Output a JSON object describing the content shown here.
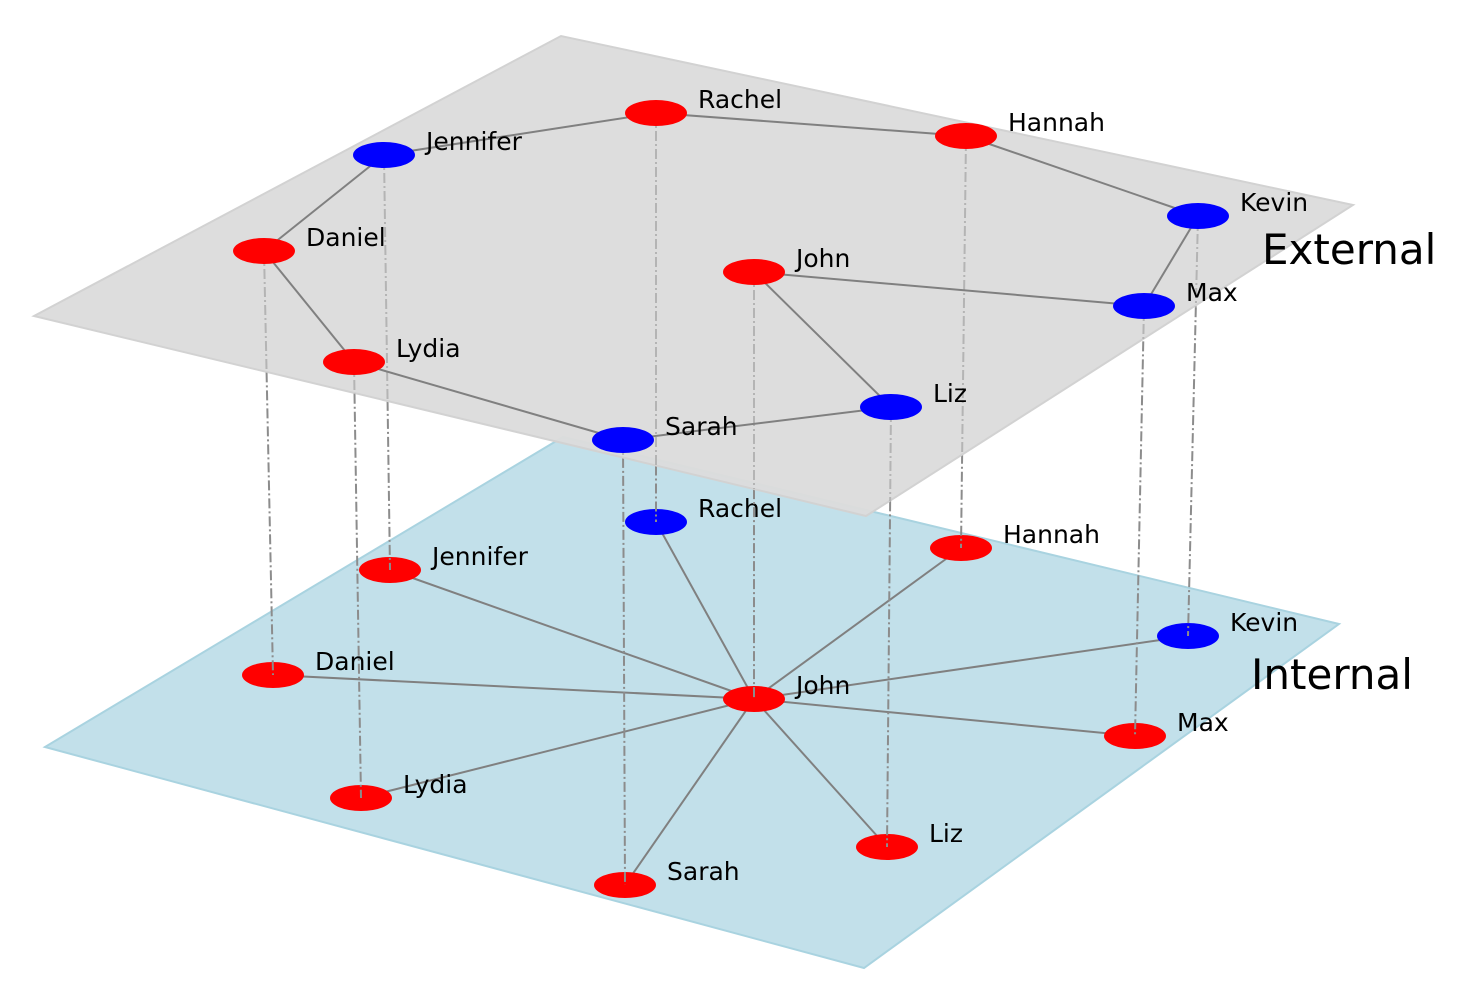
{
  "diagram": {
    "colors": {
      "external_plane": "#dcdcdc",
      "internal_plane": "#c2e0ea",
      "edge": "#808080",
      "interlayer": "#8c8c8c",
      "red": "#ff0000",
      "blue": "#0000ff"
    },
    "layers": [
      {
        "id": "external",
        "label": "External",
        "nodes": [
          {
            "id": "Rachel",
            "label": "Rachel",
            "color": "red"
          },
          {
            "id": "Hannah",
            "label": "Hannah",
            "color": "red"
          },
          {
            "id": "Jennifer",
            "label": "Jennifer",
            "color": "blue"
          },
          {
            "id": "Kevin",
            "label": "Kevin",
            "color": "blue"
          },
          {
            "id": "Daniel",
            "label": "Daniel",
            "color": "red"
          },
          {
            "id": "John",
            "label": "John",
            "color": "red"
          },
          {
            "id": "Max",
            "label": "Max",
            "color": "blue"
          },
          {
            "id": "Lydia",
            "label": "Lydia",
            "color": "red"
          },
          {
            "id": "Liz",
            "label": "Liz",
            "color": "blue"
          },
          {
            "id": "Sarah",
            "label": "Sarah",
            "color": "blue"
          }
        ],
        "edges": [
          [
            "Jennifer",
            "Rachel"
          ],
          [
            "Rachel",
            "Hannah"
          ],
          [
            "Hannah",
            "Kevin"
          ],
          [
            "Kevin",
            "Max"
          ],
          [
            "Max",
            "John"
          ],
          [
            "John",
            "Liz"
          ],
          [
            "Liz",
            "Sarah"
          ],
          [
            "Sarah",
            "Lydia"
          ],
          [
            "Lydia",
            "Daniel"
          ],
          [
            "Daniel",
            "Jennifer"
          ]
        ]
      },
      {
        "id": "internal",
        "label": "Internal",
        "nodes": [
          {
            "id": "Rachel",
            "label": "Rachel",
            "color": "blue"
          },
          {
            "id": "Hannah",
            "label": "Hannah",
            "color": "red"
          },
          {
            "id": "Jennifer",
            "label": "Jennifer",
            "color": "red"
          },
          {
            "id": "Kevin",
            "label": "Kevin",
            "color": "blue"
          },
          {
            "id": "Daniel",
            "label": "Daniel",
            "color": "red"
          },
          {
            "id": "John",
            "label": "John",
            "color": "red"
          },
          {
            "id": "Max",
            "label": "Max",
            "color": "red"
          },
          {
            "id": "Lydia",
            "label": "Lydia",
            "color": "red"
          },
          {
            "id": "Liz",
            "label": "Liz",
            "color": "red"
          },
          {
            "id": "Sarah",
            "label": "Sarah",
            "color": "red"
          }
        ],
        "edges": [
          [
            "John",
            "Rachel"
          ],
          [
            "John",
            "Hannah"
          ],
          [
            "John",
            "Jennifer"
          ],
          [
            "John",
            "Kevin"
          ],
          [
            "John",
            "Daniel"
          ],
          [
            "John",
            "Max"
          ],
          [
            "John",
            "Lydia"
          ],
          [
            "John",
            "Liz"
          ],
          [
            "John",
            "Sarah"
          ]
        ]
      }
    ],
    "interlayer_links": [
      "Rachel",
      "Hannah",
      "Jennifer",
      "Kevin",
      "Daniel",
      "John",
      "Max",
      "Lydia",
      "Liz",
      "Sarah"
    ]
  }
}
